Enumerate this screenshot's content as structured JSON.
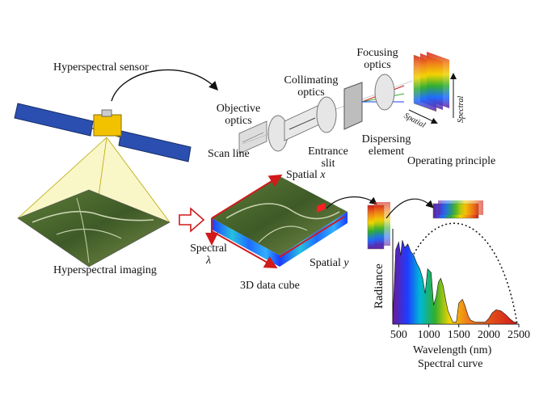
{
  "labels": {
    "hyperspectral_sensor": "Hyperspectral sensor",
    "hyperspectral_imaging": "Hyperspectral imaging",
    "objective_optics_1": "Objective",
    "objective_optics_2": "optics",
    "collimating_optics_1": "Collimating",
    "collimating_optics_2": "optics",
    "focusing_optics_1": "Focusing",
    "focusing_optics_2": "optics",
    "scan_line": "Scan line",
    "entrance_slit_1": "Entrance",
    "entrance_slit_2": "slit",
    "dispersing_element_1": "Dispersing",
    "dispersing_element_2": "element",
    "operating_principle": "Operating principle",
    "spatial_small": "Spatial",
    "spectral_small": "Spectral",
    "spatial_x_word": "Spatial",
    "spatial_x_sym": "x",
    "spatial_y_word": "Spatial",
    "spatial_y_sym": "y",
    "spectral_cube_word": "Spectral",
    "spectral_cube_sym": "λ",
    "data_cube": "3D data cube",
    "radiance": "Radiance",
    "wavelength": "Wavelength (nm)",
    "spectral_curve": "Spectral curve"
  },
  "chart_data": {
    "type": "area",
    "xlabel": "Wavelength (nm)",
    "ylabel": "Radiance",
    "xticks": [
      500,
      1000,
      1500,
      2000,
      2500
    ],
    "xlim": [
      400,
      2500
    ],
    "ylim": [
      0,
      1
    ],
    "x": [
      400,
      450,
      500,
      530,
      560,
      600,
      650,
      700,
      750,
      800,
      850,
      900,
      940,
      980,
      1040,
      1080,
      1120,
      1160,
      1200,
      1240,
      1280,
      1320,
      1400,
      1460,
      1500,
      1560,
      1600,
      1660,
      1700,
      1780,
      1820,
      1880,
      1940,
      2000,
      2060,
      2120,
      2200,
      2280,
      2360,
      2420,
      2460
    ],
    "values": [
      0.05,
      0.78,
      0.86,
      0.72,
      0.88,
      0.8,
      0.84,
      0.76,
      0.72,
      0.64,
      0.58,
      0.48,
      0.32,
      0.58,
      0.54,
      0.2,
      0.28,
      0.44,
      0.48,
      0.4,
      0.26,
      0.14,
      0.02,
      0.02,
      0.22,
      0.26,
      0.2,
      0.08,
      0.04,
      0.02,
      0.02,
      0.02,
      0.02,
      0.06,
      0.12,
      0.15,
      0.14,
      0.1,
      0.05,
      0.02,
      0.02
    ],
    "colors": {
      "uv": "#6a1b9a",
      "blue": "#1e3cff",
      "cyan": "#00b7d6",
      "green": "#2fae2f",
      "yellow": "#f2d400",
      "orange": "#f07f1a",
      "red": "#d11a1a"
    }
  }
}
